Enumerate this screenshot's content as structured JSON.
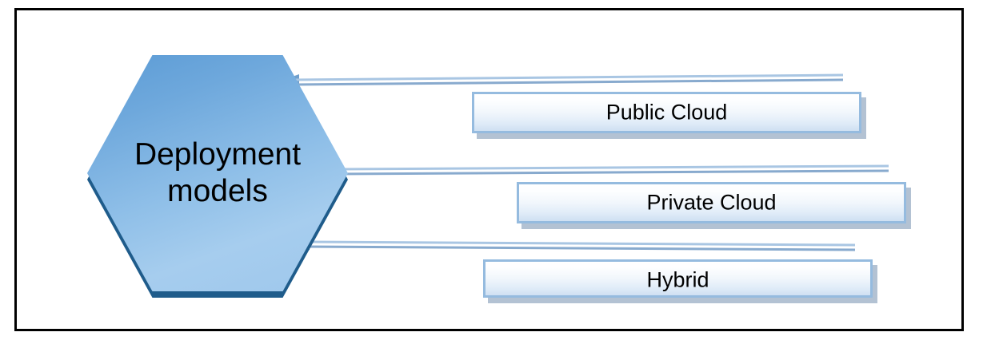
{
  "diagram": {
    "type": "radial-callout",
    "title_node": {
      "label_line1": "Deployment",
      "label_line2": "models",
      "shape": "hexagon",
      "fill_color": "#8fbfe8",
      "shadow_color": "#1f5c8b",
      "text_color": "#000000"
    },
    "callouts": [
      {
        "label": "Public Cloud",
        "border_color": "#95bbdf",
        "fill_color": "#e9f1fa"
      },
      {
        "label": "Private Cloud",
        "border_color": "#95bbdf",
        "fill_color": "#e9f1fa"
      },
      {
        "label": "Hybrid",
        "border_color": "#95bbdf",
        "fill_color": "#e9f1fa"
      }
    ],
    "connector_color": "#8fb4d8",
    "frame_color": "#000000",
    "background_color": "#ffffff"
  }
}
